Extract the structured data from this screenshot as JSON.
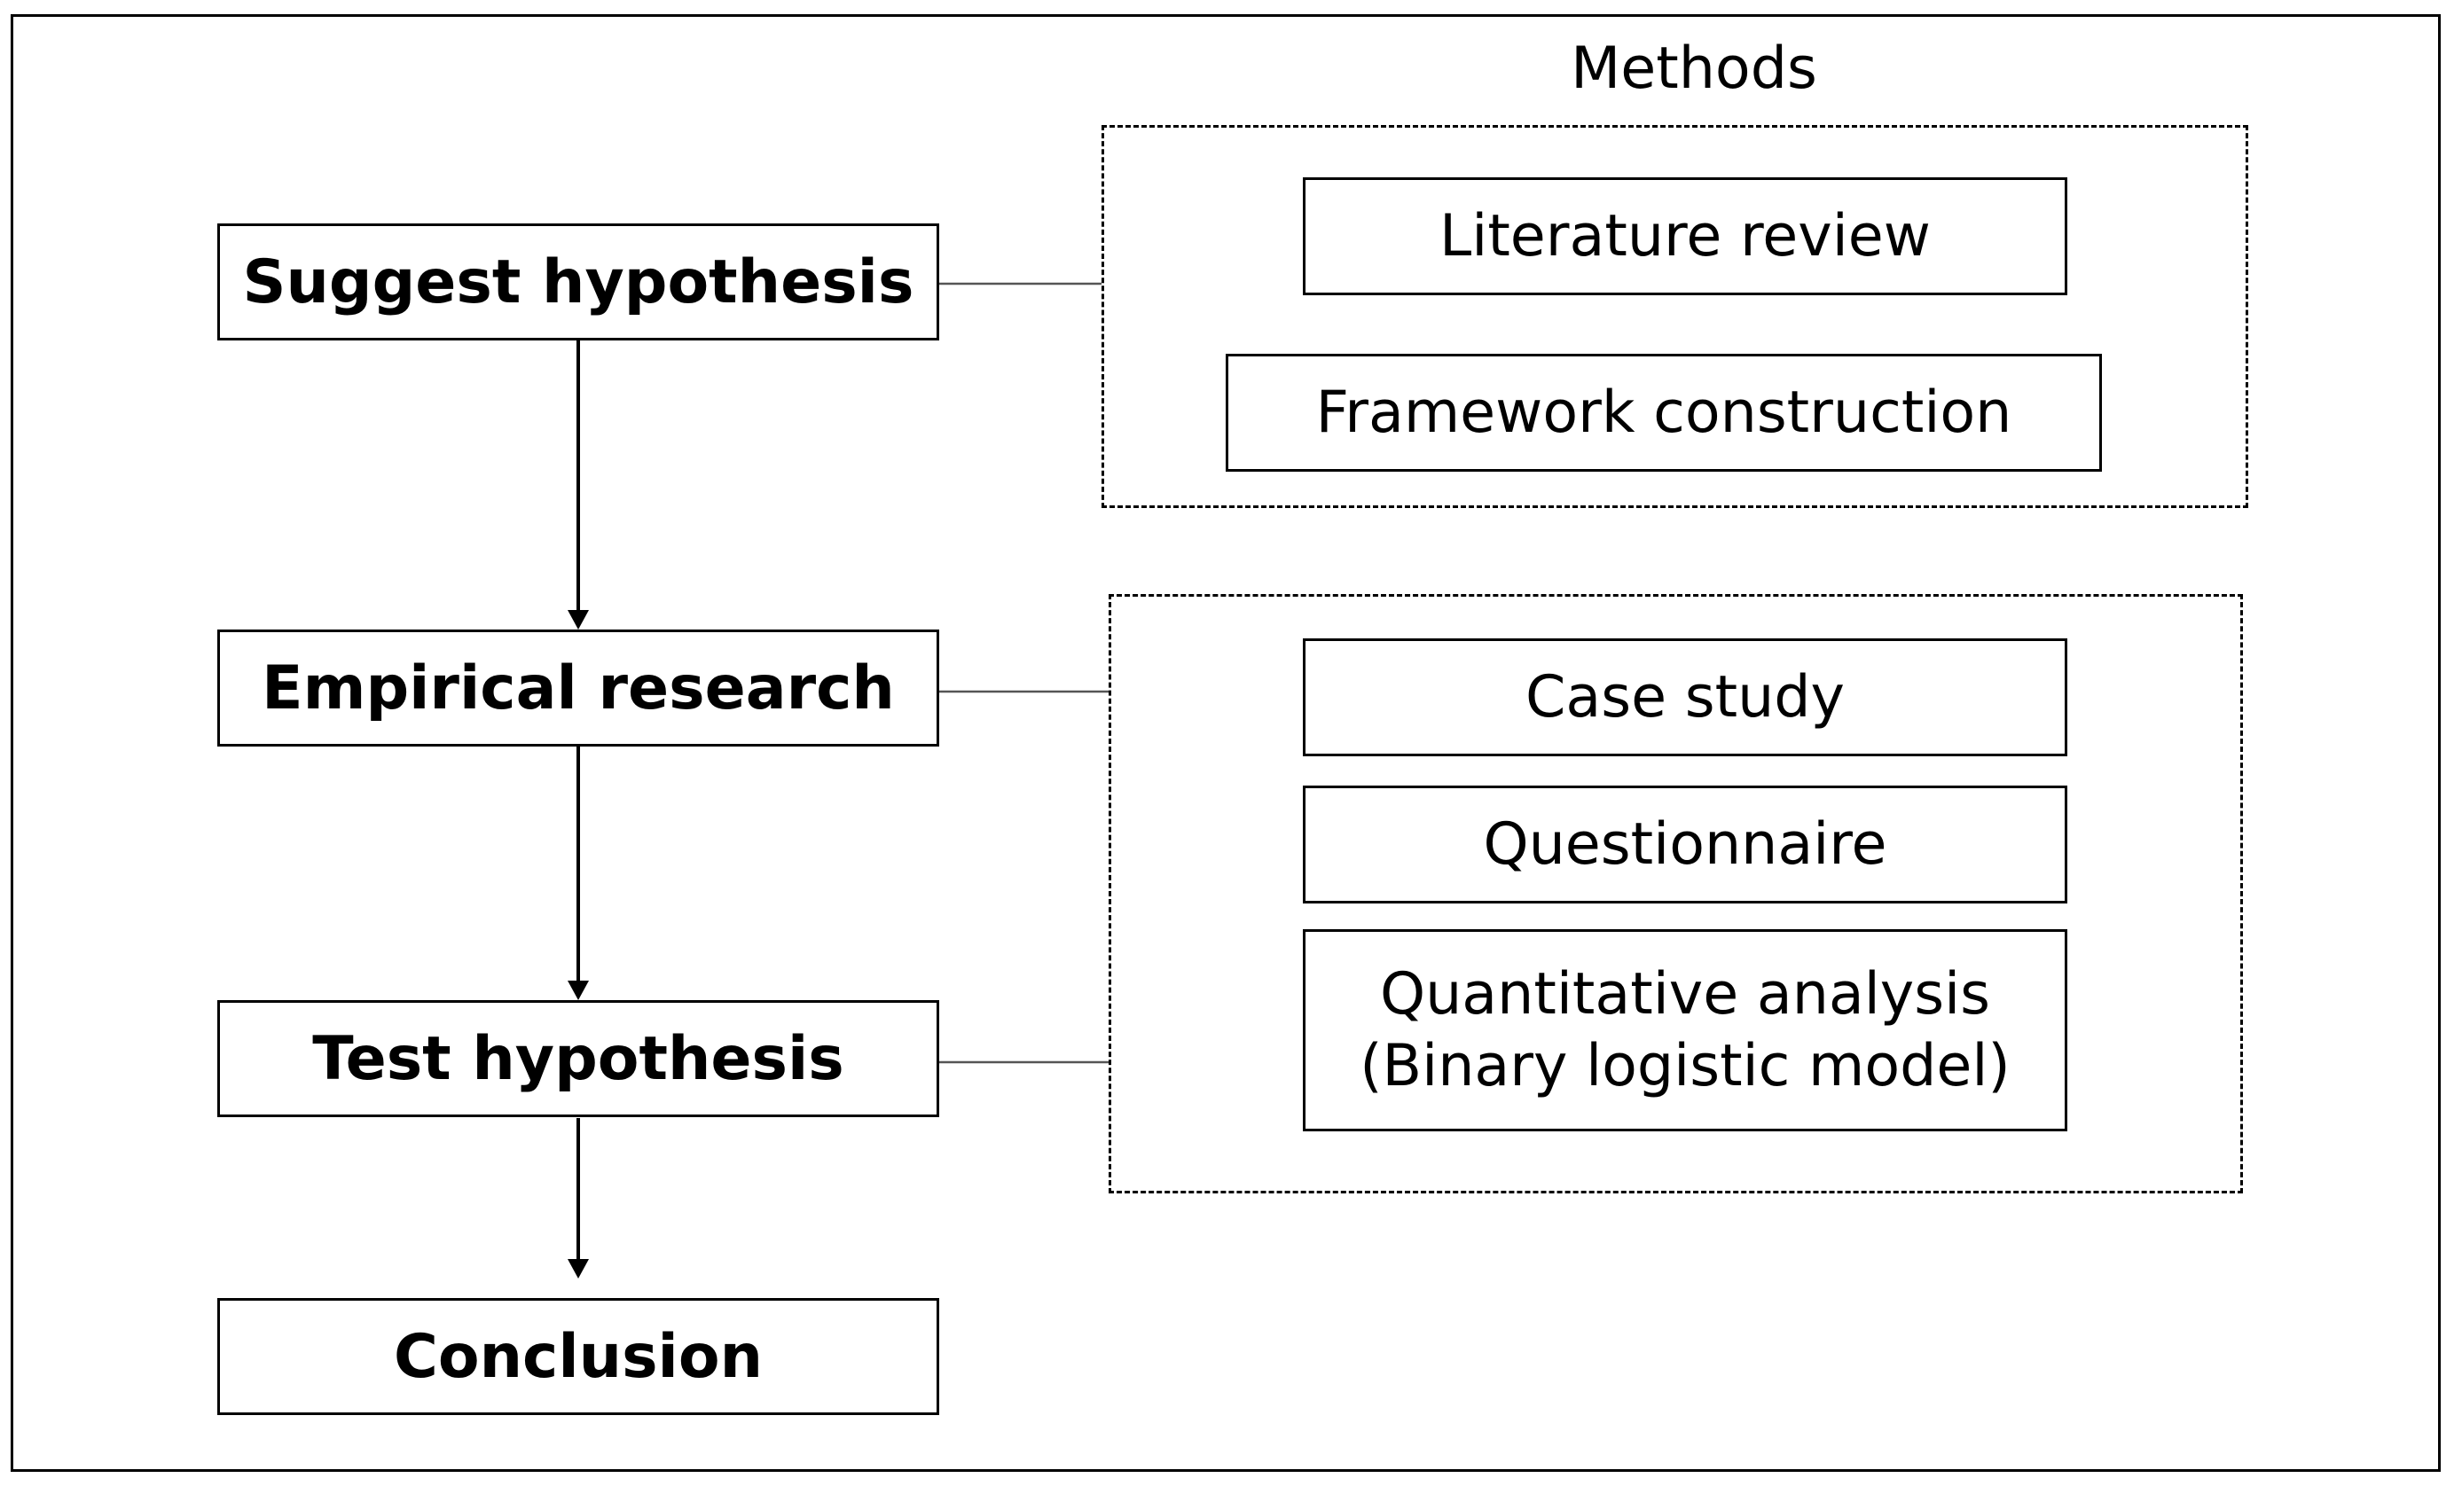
{
  "methods_title": "Methods",
  "stages": [
    {
      "label": "Suggest hypothesis"
    },
    {
      "label": "Empirical research"
    },
    {
      "label": "Test hypothesis"
    },
    {
      "label": "Conclusion"
    }
  ],
  "method_groups": [
    {
      "items": [
        "Literature review",
        "Framework construction"
      ]
    },
    {
      "items": [
        "Case study",
        "Questionnaire",
        "Quantitative analysis",
        "(Binary logistic model)"
      ]
    }
  ],
  "colors": {
    "line": "#000000",
    "background": "#ffffff"
  }
}
